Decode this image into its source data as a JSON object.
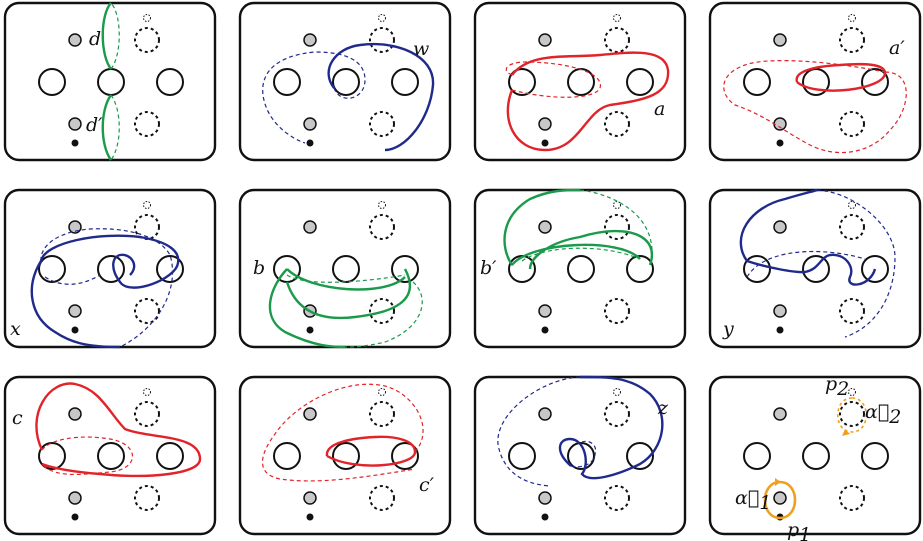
{
  "colors": {
    "green": "#1a9a4a",
    "blue": "#1f2a8c",
    "red": "#e0242a",
    "orange": "#f0a020",
    "outline": "#111111",
    "gray_fill": "#c8c8c8"
  },
  "panels": [
    {
      "id": "d-dprime",
      "curve_labels": [
        "d",
        "d′"
      ],
      "colors": [
        "green",
        "green"
      ]
    },
    {
      "id": "w",
      "curve_labels": [
        "w"
      ],
      "colors": [
        "blue"
      ]
    },
    {
      "id": "a",
      "curve_labels": [
        "a"
      ],
      "colors": [
        "red"
      ]
    },
    {
      "id": "a-prime",
      "curve_labels": [
        "a′"
      ],
      "colors": [
        "red"
      ]
    },
    {
      "id": "x",
      "curve_labels": [
        "x"
      ],
      "colors": [
        "blue"
      ]
    },
    {
      "id": "b",
      "curve_labels": [
        "b"
      ],
      "colors": [
        "green"
      ]
    },
    {
      "id": "b-prime",
      "curve_labels": [
        "b′"
      ],
      "colors": [
        "green"
      ]
    },
    {
      "id": "y",
      "curve_labels": [
        "y"
      ],
      "colors": [
        "blue"
      ]
    },
    {
      "id": "c",
      "curve_labels": [
        "c"
      ],
      "colors": [
        "red"
      ]
    },
    {
      "id": "c-prime",
      "curve_labels": [
        "c′"
      ],
      "colors": [
        "red"
      ]
    },
    {
      "id": "z",
      "curve_labels": [
        "z"
      ],
      "colors": [
        "blue"
      ]
    },
    {
      "id": "points",
      "curve_labels": [
        "α⃗",
        "α⃗"
      ],
      "colors": [
        "orange",
        "orange"
      ]
    }
  ],
  "labels": {
    "d": "d",
    "d_prime": "d′",
    "w": "w",
    "a": "a",
    "a_prime": "a′",
    "x": "x",
    "b": "b",
    "b_prime": "b′",
    "y": "y",
    "c": "c",
    "c_prime": "c′",
    "z": "z",
    "alpha": "α⃗",
    "p": "p",
    "sub1": "1",
    "sub2": "2"
  }
}
